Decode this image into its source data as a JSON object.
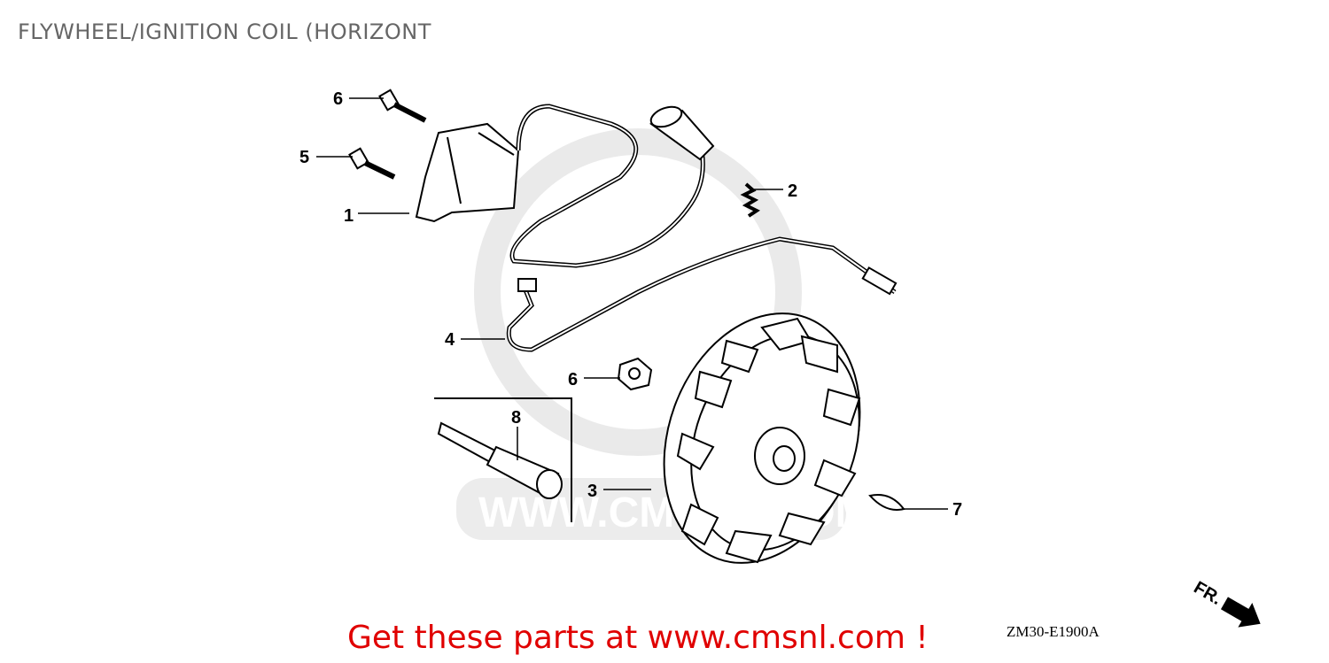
{
  "title": "FLYWHEEL/IGNITION COIL (HORIZONT",
  "diagram_code": "ZM30-E1900A",
  "promo_text": "Get these parts at www.cmsnl.com !",
  "watermark": "WWW.CMSNL.COM",
  "direction_label": "FR.",
  "callouts": [
    "6",
    "5",
    "1",
    "2",
    "4",
    "6",
    "8",
    "3",
    "7"
  ],
  "colors": {
    "promo": "#e00000",
    "title": "#666666"
  }
}
